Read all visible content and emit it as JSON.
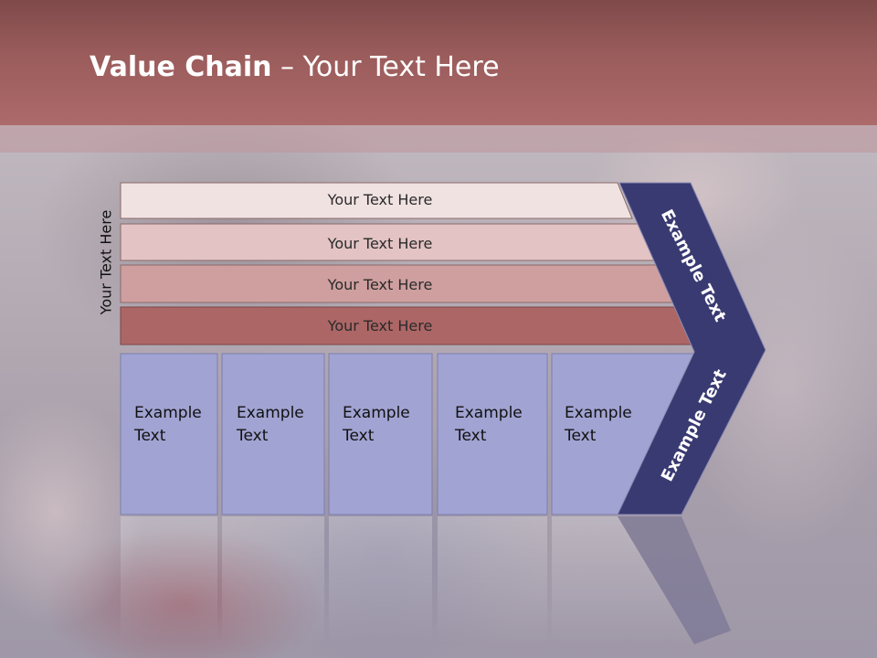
{
  "title": {
    "bold": "Value Chain",
    "rest": " – Your Text Here"
  },
  "side_label": "Your Text Here",
  "rows": [
    {
      "label": "Your Text Here",
      "color": "#f1e2e2"
    },
    {
      "label": "Your Text Here",
      "color": "#e3c3c3"
    },
    {
      "label": "Your Text Here",
      "color": "#cf9f9f"
    },
    {
      "label": "Your Text Here",
      "color": "#ad6666"
    }
  ],
  "cells": [
    {
      "line1": "Example",
      "line2": "Text"
    },
    {
      "line1": "Example",
      "line2": "Text"
    },
    {
      "line1": "Example",
      "line2": "Text"
    },
    {
      "line1": "Example",
      "line2": "Text"
    },
    {
      "line1": "Example",
      "line2": "Text"
    }
  ],
  "arrow_top_label": "Example Text",
  "arrow_bottom_label": "Example Text",
  "colors": {
    "arrow": "#3a3a72",
    "cells": "#a1a3d2",
    "header": "#9b5c5c"
  }
}
